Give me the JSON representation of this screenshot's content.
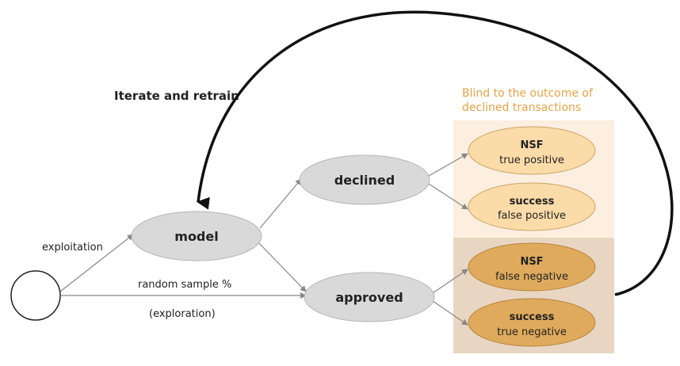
{
  "iterate_label": "Iterate and retrain",
  "blind_note": {
    "line1": "Blind to the outcome of",
    "line2": "declined transactions"
  },
  "edge_labels": {
    "exploitation": "exploitation",
    "random_sample": "random sample %",
    "exploration": "(exploration)"
  },
  "nodes": {
    "model": "model",
    "declined": "declined",
    "approved": "approved"
  },
  "outcomes": {
    "declined_nsf": {
      "title": "NSF",
      "sub": "true positive"
    },
    "declined_success": {
      "title": "success",
      "sub": "false positive"
    },
    "approved_nsf": {
      "title": "NSF",
      "sub": "false negative"
    },
    "approved_success": {
      "title": "success",
      "sub": "true negative"
    }
  },
  "colors": {
    "grey_node": "#d9d9d9",
    "light_orange_node": "#fbdba8",
    "dark_orange_node": "#dfaa5c",
    "light_panel": "#fcefdf",
    "dark_panel": "#e8d6c2",
    "note_text": "#e0a44a"
  }
}
